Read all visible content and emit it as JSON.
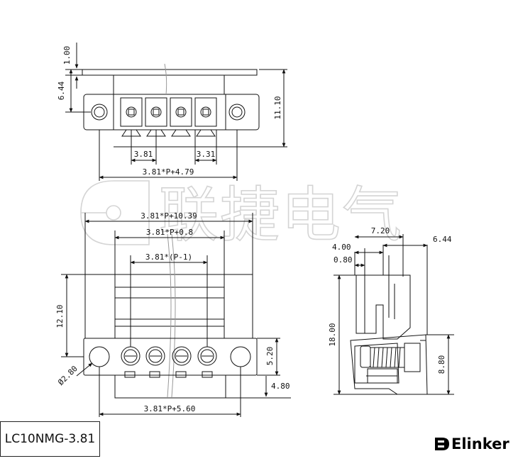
{
  "part_number": "LC10NMG-3.81",
  "brand": {
    "name": "Elinker",
    "logo_icon": "elinker-logo-icon"
  },
  "watermark": {
    "text": "联捷电气",
    "logo_icon": "watermark-logo-icon",
    "color": "#d4d4d4"
  },
  "dimensions": {
    "top_1_00": "1.00",
    "top_6_44": "6.44",
    "top_11_10": "11.10",
    "top_3_81": "3.81",
    "top_3_31": "3.31",
    "top_span": "3.81*P+4.79",
    "front_total": "3.81*P+10.39",
    "front_body": "3.81*P+0.8",
    "front_pitch": "3.81*(P-1)",
    "front_12_10": "12.10",
    "front_5_20": "5.20",
    "front_dia": "Ø2.80",
    "front_4_80": "4.80",
    "front_bottom": "3.81*P+5.60",
    "side_7_20": "7.20",
    "side_6_44": "6.44",
    "side_4_00": "4.00",
    "side_0_80": "0.80",
    "side_18_00": "18.00",
    "side_8_80": "8.80"
  },
  "colors": {
    "line": "#111111",
    "background": "#ffffff"
  }
}
